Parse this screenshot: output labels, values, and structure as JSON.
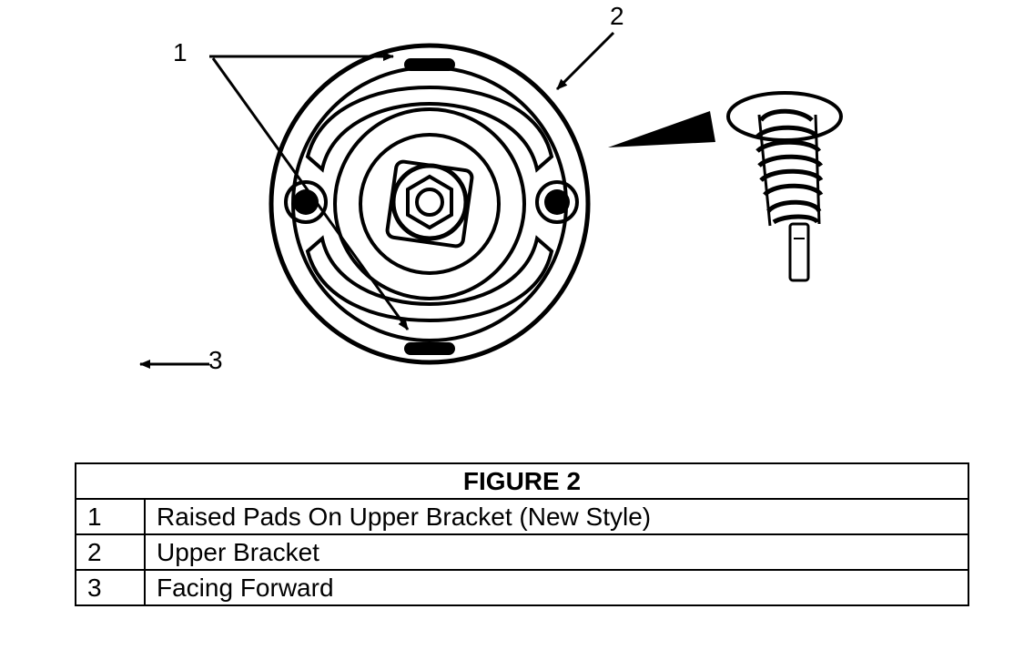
{
  "callouts": {
    "one": "1",
    "two": "2",
    "three": "3"
  },
  "legend": {
    "title": "FIGURE 2",
    "rows": [
      {
        "number": "1",
        "description": "Raised Pads On Upper Bracket (New Style)"
      },
      {
        "number": "2",
        "description": "Upper Bracket"
      },
      {
        "number": "3",
        "description": "Facing Forward"
      }
    ]
  },
  "colors": {
    "ink": "#000000",
    "paper": "#ffffff"
  }
}
